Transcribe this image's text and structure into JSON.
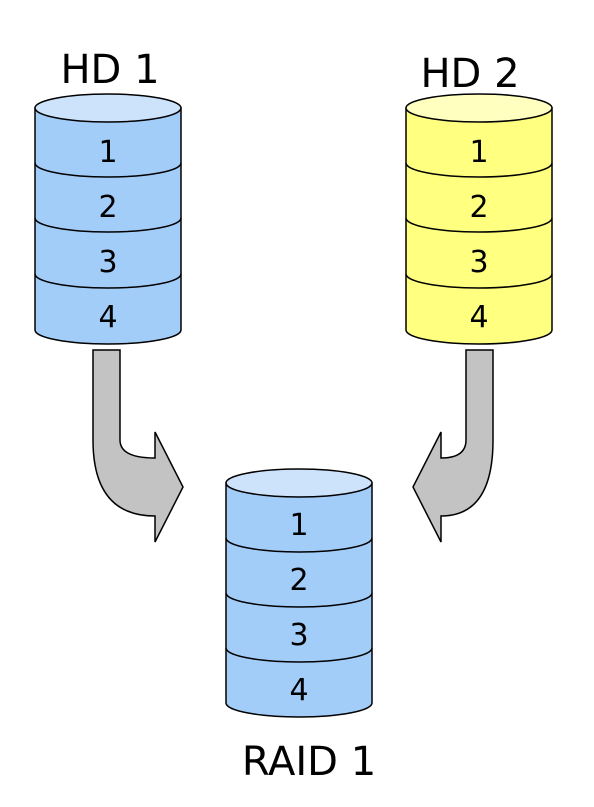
{
  "colors": {
    "blue": "#a3cdf9",
    "blue_top": "#cce3fb",
    "yellow": "#ffff80",
    "yellow_top": "#ffffc0",
    "arrow": "#c3c3c3",
    "stroke": "#000000"
  },
  "disks": [
    {
      "name": "HD 1",
      "color": "blue",
      "blocks": [
        "1",
        "2",
        "3",
        "4"
      ]
    },
    {
      "name": "HD 2",
      "color": "yellow",
      "blocks": [
        "1",
        "2",
        "3",
        "4"
      ]
    },
    {
      "name": "RAID 1",
      "color": "blue",
      "blocks": [
        "1",
        "2",
        "3",
        "4"
      ]
    }
  ],
  "arrows": [
    {
      "from": "HD 1",
      "to": "RAID 1"
    },
    {
      "from": "HD 2",
      "to": "RAID 1"
    }
  ]
}
